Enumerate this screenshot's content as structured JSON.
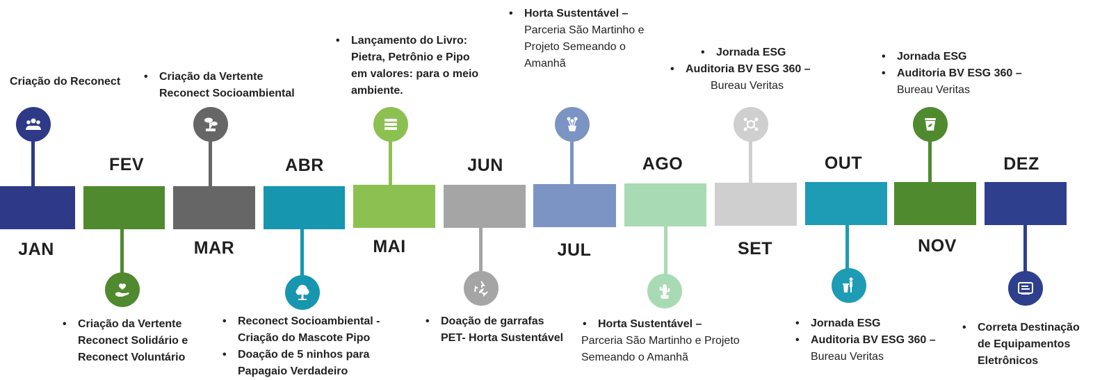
{
  "colors": {
    "jan": "#2E3A87",
    "fev": "#4F8A2E",
    "mar": "#666666",
    "abr": "#1796B0",
    "mai": "#8CC152",
    "jun": "#A5A5A5",
    "jul": "#7B94C4",
    "ago": "#A8DBB3",
    "set": "#CFCFCF",
    "out": "#1E9BB5",
    "nov": "#4F8A2E",
    "dez": "#2E3F8E"
  },
  "months": {
    "jan": "JAN",
    "fev": "FEV",
    "mar": "MAR",
    "abr": "ABR",
    "mai": "MAI",
    "jun": "JUN",
    "jul": "JUL",
    "ago": "AGO",
    "set": "SET",
    "out": "OUT",
    "nov": "NOV",
    "dez": "DEZ"
  },
  "icons": {
    "jan": "people-group-icon",
    "fev": "hand-heart-icon",
    "mar": "bonsai-tree-icon",
    "abr": "tree-icon",
    "mai": "book-stack-icon",
    "jun": "recycle-leaf-icon",
    "jul": "flower-pot-icon",
    "ago": "cactus-icon",
    "set": "network-icon",
    "out": "person-trash-icon",
    "nov": "compost-bin-icon",
    "dez": "electronic-device-icon"
  },
  "notes": {
    "jan": "Criação do Reconect",
    "fev": [
      "Criação da Vertente Reconect Solidário e Reconect Voluntário"
    ],
    "mar": [
      "Criação da Vertente Reconect Socioambiental"
    ],
    "abr": [
      "Reconect Socioambiental - Criação do Mascote Pipo",
      "Doação de 5 ninhos para Papagaio Verdadeiro"
    ],
    "mai": [
      "Lançamento do Livro: Pietra, Petrônio e Pipo em valores: para o meio ambiente."
    ],
    "jun": {
      "line1": "Doação de garrafas",
      "line2_plain": "PET- ",
      "line2_bold": "Horta Sustentável"
    },
    "jul": {
      "bold": "Horta Sustentável –",
      "rest": "Parceria São Martinho e Projeto Semeando o Amanhã"
    },
    "ago": {
      "bold": "Horta Sustentável –",
      "rest": "Parceria São Martinho e Projeto Semeando o Amanhã"
    },
    "set": {
      "item1": "Jornada ESG",
      "item2": "Auditoria BV ESG 360 –",
      "item2_sub": "Bureau Veritas"
    },
    "out": {
      "item1": "Jornada ESG",
      "item2": "Auditoria BV ESG 360 –",
      "item2_sub": "Bureau Veritas"
    },
    "nov": {
      "item1": "Jornada ESG",
      "item2": "Auditoria BV ESG 360 –",
      "item2_sub": "Bureau Veritas"
    },
    "dez": [
      "Correta Destinação de Equipamentos Eletrônicos"
    ]
  }
}
